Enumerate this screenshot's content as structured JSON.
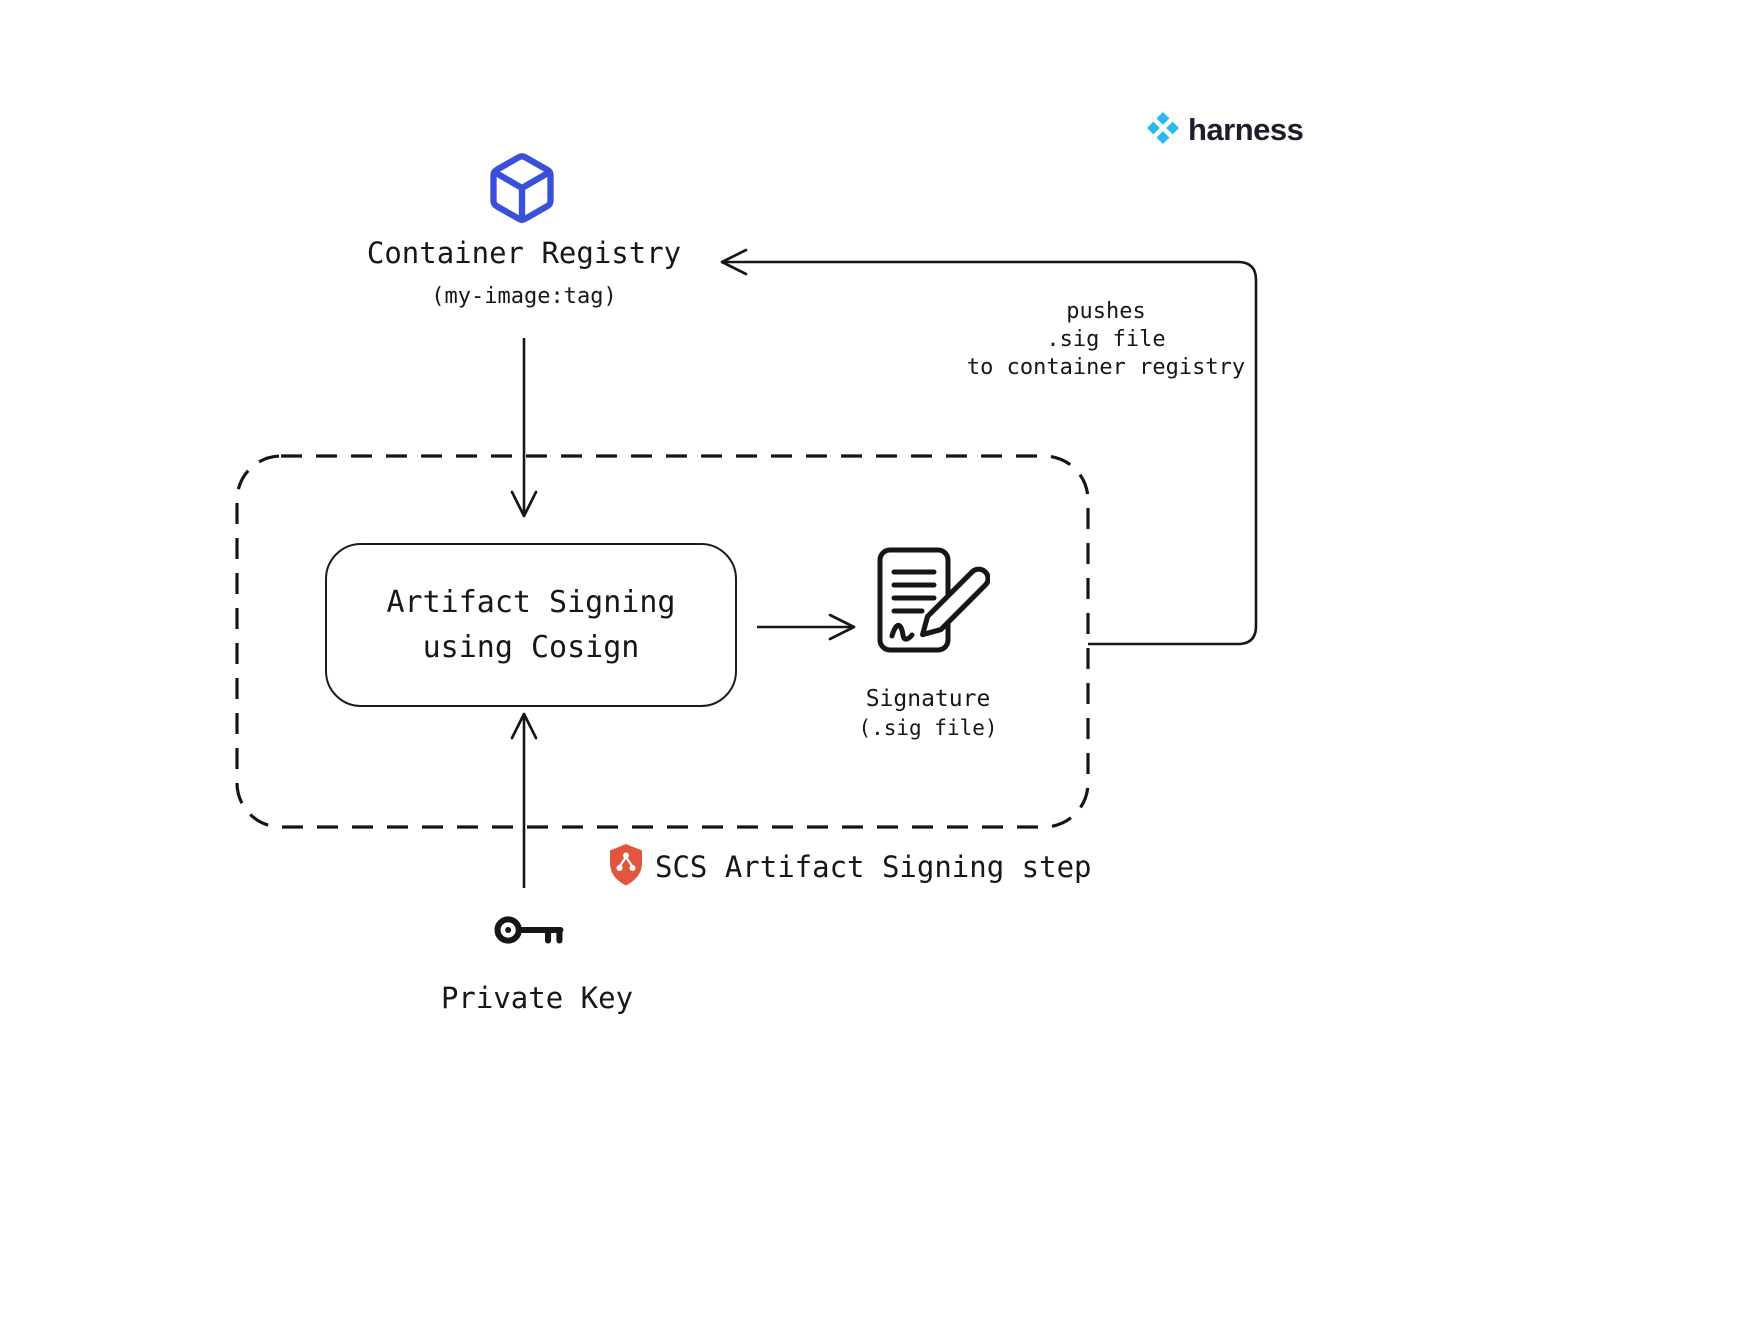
{
  "canvas": {
    "background": "#ffffff"
  },
  "brand": {
    "name": "harness",
    "icon_color": "#2bb8ea",
    "text_color": "#1d1d2b"
  },
  "registry": {
    "title": "Container Registry",
    "subtitle": "(my-image:tag)",
    "icon": "package-cube-icon",
    "icon_color": "#3a50d9"
  },
  "signing_box": {
    "line1": "Artifact Signing",
    "line2": "using Cosign"
  },
  "signature": {
    "title": "Signature",
    "subtitle": "(.sig file)",
    "icon": "signed-document-pencil-icon"
  },
  "push_note": {
    "line1": "pushes",
    "line2": ".sig file",
    "line3": "to container registry"
  },
  "scs_step": {
    "label": "SCS Artifact Signing step",
    "icon": "shield-branch-icon",
    "shield_color": "#e2553f"
  },
  "private_key": {
    "label": "Private Key",
    "icon": "key-icon"
  }
}
